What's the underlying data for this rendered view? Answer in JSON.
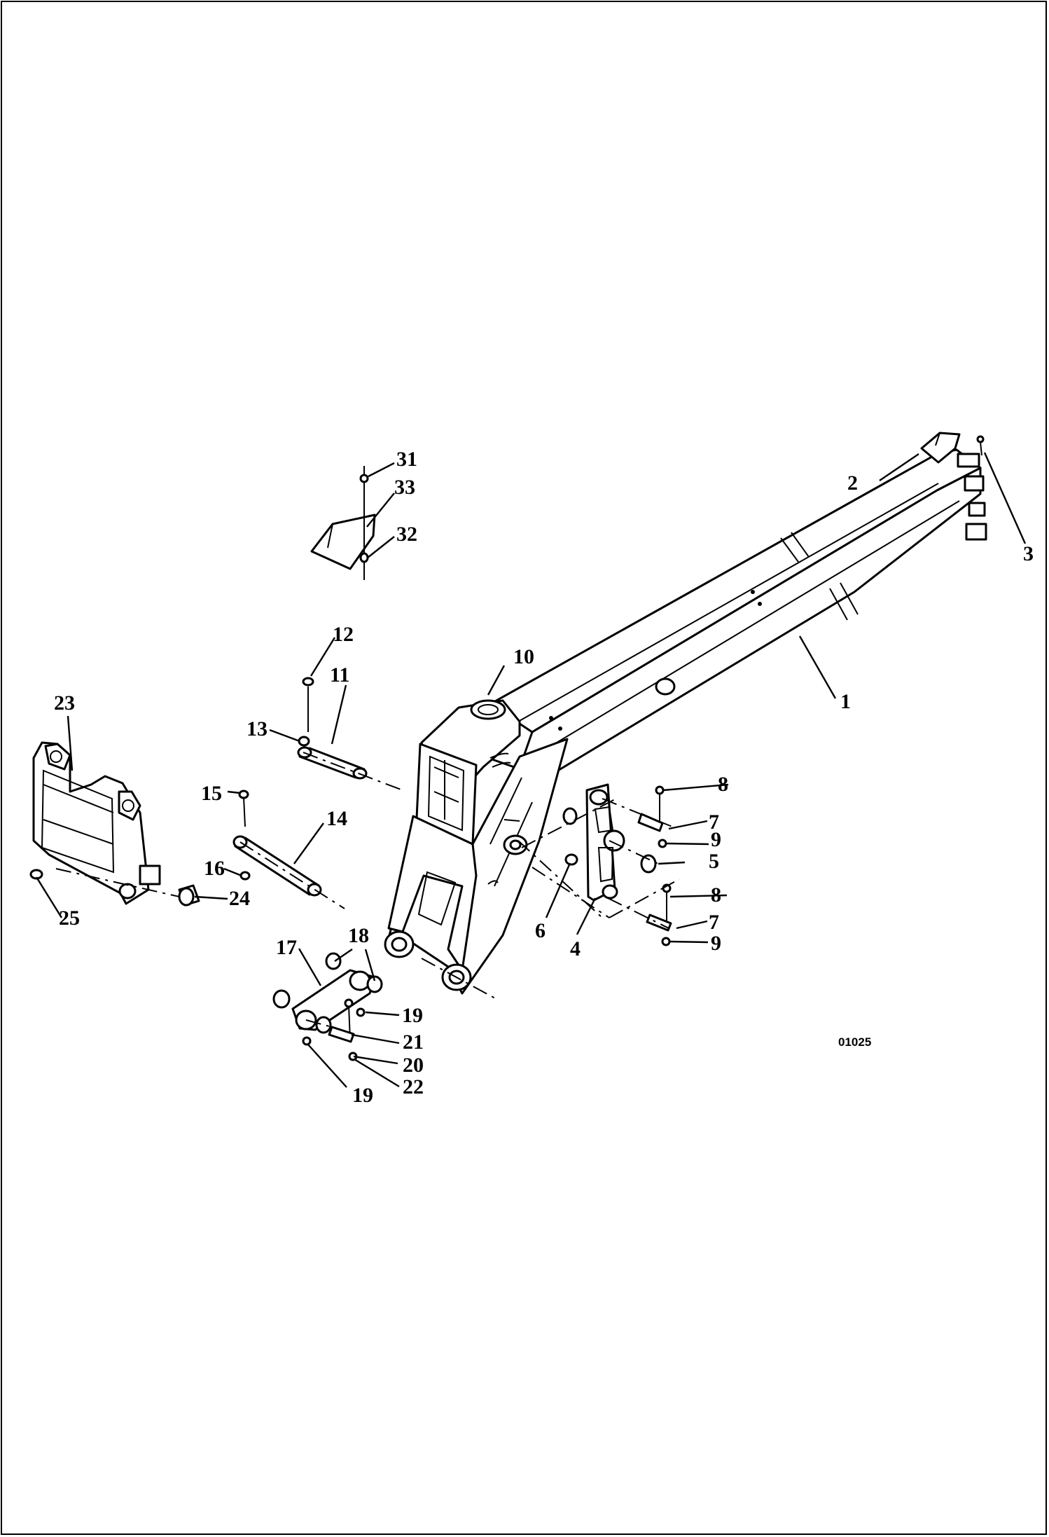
{
  "drawing": {
    "figure_code": "01025",
    "callouts": [
      "1",
      "2",
      "3",
      "4",
      "5",
      "6",
      "7",
      "7",
      "8",
      "8",
      "9",
      "9",
      "10",
      "11",
      "12",
      "13",
      "14",
      "15",
      "16",
      "17",
      "18",
      "19",
      "19",
      "20",
      "21",
      "22",
      "23",
      "24",
      "25",
      "31",
      "32",
      "33"
    ]
  }
}
